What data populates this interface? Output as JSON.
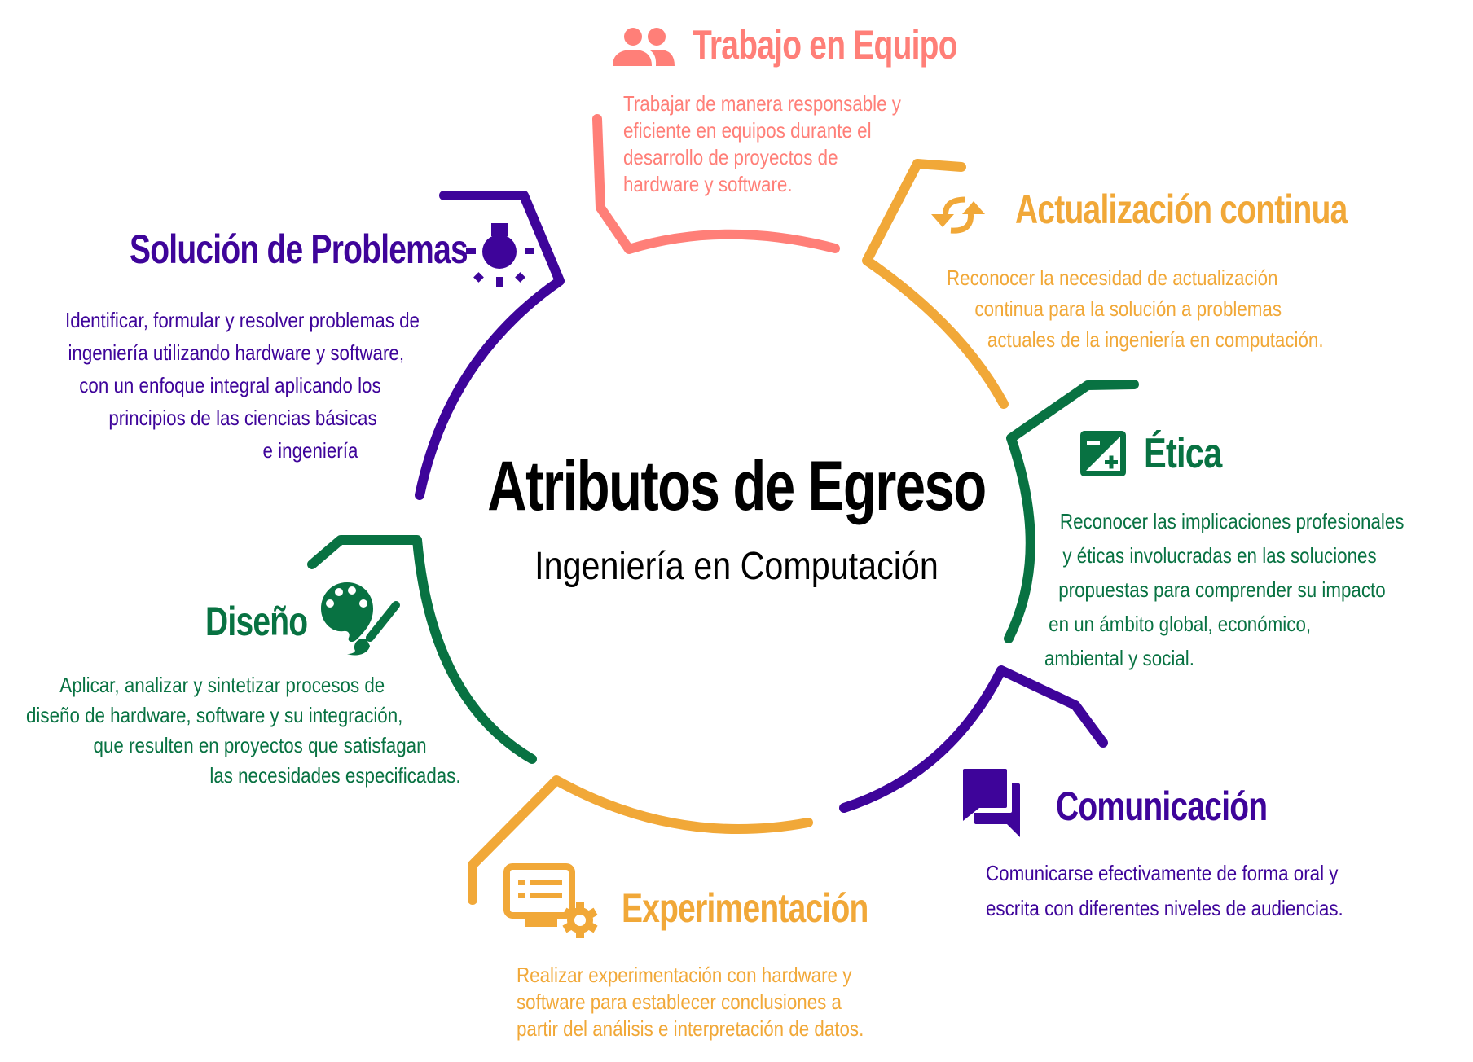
{
  "header": {
    "title": "Atributos de Egreso",
    "subtitle": "Ingeniería en Computación"
  },
  "colors": {
    "coral": "#FF7F78",
    "orange": "#F1A838",
    "green": "#087242",
    "purple": "#3E049A"
  },
  "attributes": [
    {
      "id": "trabajo",
      "title": "Trabajo en Equipo",
      "icon": "people-group-icon",
      "color": "#FF7F78",
      "lines": [
        "Trabajar de manera responsable y",
        "eficiente en equipos durante el",
        "desarrollo de proyectos de",
        "hardware y software."
      ]
    },
    {
      "id": "actualizacion",
      "title": "Actualización continua",
      "icon": "sync-arrows-icon",
      "color": "#F1A838",
      "lines": [
        "Reconocer la necesidad de actualización",
        "continua para la solución a problemas",
        "actuales de la ingeniería en computación."
      ]
    },
    {
      "id": "etica",
      "title": "Ética",
      "icon": "plus-minus-box-icon",
      "color": "#087242",
      "lines": [
        "Reconocer las implicaciones profesionales",
        "y éticas involucradas en las soluciones",
        "propuestas para comprender su impacto",
        "en un ámbito global, económico,",
        "ambiental y social."
      ]
    },
    {
      "id": "comunicacion",
      "title": "Comunicación",
      "icon": "chat-bubbles-icon",
      "color": "#3E049A",
      "lines": [
        "Comunicarse efectivamente de forma oral y",
        "escrita con diferentes niveles de audiencias."
      ]
    },
    {
      "id": "experimentacion",
      "title": "Experimentación",
      "icon": "monitor-gear-icon",
      "color": "#F1A838",
      "lines": [
        "Realizar experimentación con hardware y",
        "software para establecer conclusiones a",
        "partir del análisis e interpretación de datos."
      ]
    },
    {
      "id": "diseno",
      "title": "Diseño",
      "icon": "palette-brush-icon",
      "color": "#087242",
      "lines": [
        "Aplicar, analizar y sintetizar procesos de",
        "diseño de hardware, software y su integración,",
        "que resulten en proyectos que satisfagan",
        "las necesidades especificadas."
      ]
    },
    {
      "id": "solucion",
      "title": "Solución de Problemas",
      "icon": "lightbulb-icon",
      "color": "#3E049A",
      "lines": [
        "Identificar, formular y resolver problemas de",
        "ingeniería utilizando hardware y software,",
        "con un enfoque integral aplicando los",
        "principios de las ciencias básicas",
        "e ingeniería"
      ]
    }
  ]
}
